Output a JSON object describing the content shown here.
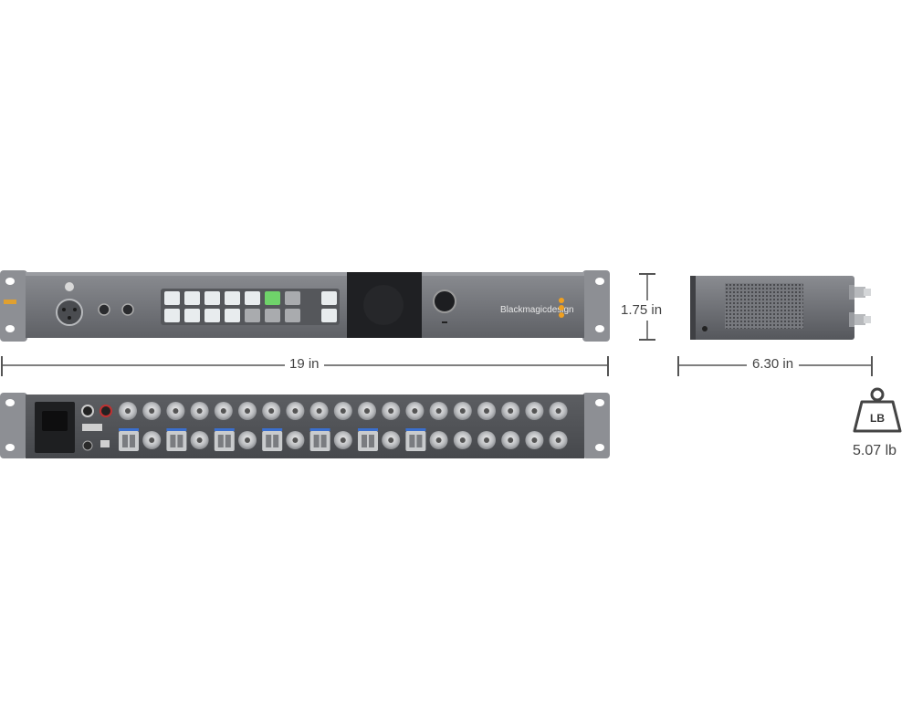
{
  "dimensions": {
    "width_label": "19 in",
    "height_label": "1.75 in",
    "depth_label": "6.30 in",
    "weight_label": "5.07 lb",
    "weight_icon_text": "LB"
  },
  "front_panel": {
    "logo_text": "Blackmagicdesign"
  },
  "colors": {
    "chassis": "#6e7075",
    "panel_dark": "#2e3034",
    "button_lit": "#6fd36a",
    "logo_orange": "#f0a020",
    "dimension_line": "#555555"
  }
}
